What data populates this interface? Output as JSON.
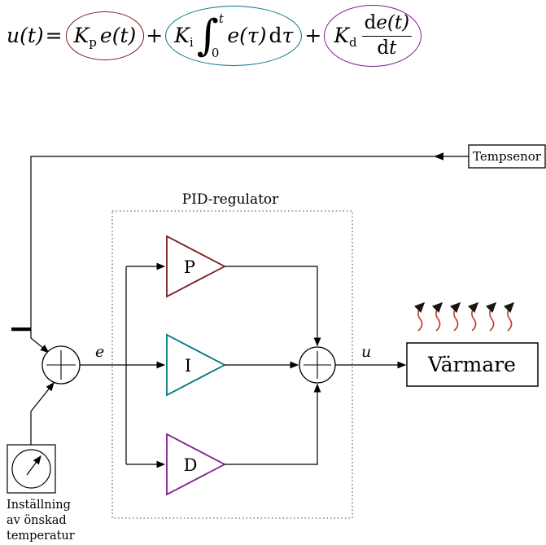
{
  "formula": {
    "lhs": "u(t)",
    "eq": "=",
    "plus": "+",
    "p": {
      "coef": "K",
      "sub": "p",
      "arg": "e(t)"
    },
    "i": {
      "coef": "K",
      "sub": "i",
      "int": "∫",
      "upper": "t",
      "lower": "0",
      "arg": "e(τ)",
      "diff_d": "d",
      "diff_var": "τ"
    },
    "d": {
      "coef": "K",
      "sub": "d",
      "num_d": "d",
      "num_rest": "e(t)",
      "den_d": "d",
      "den_rest": "t"
    }
  },
  "diagram": {
    "regulator_label": "PID-regulator",
    "p_label": "P",
    "i_label": "I",
    "d_label": "D",
    "e_label": "e",
    "u_label": "u",
    "minus_label": "−",
    "heater_label": "Värmare",
    "sensor_label": "Tempsenor",
    "dial_caption_line1": "Inställning",
    "dial_caption_line2": "av önskad",
    "dial_caption_line3": "temperatur"
  },
  "colors": {
    "proportional": "#7b1b1b",
    "integral": "#00767e",
    "derivative": "#7e1f8f",
    "heat": "#c23b2f",
    "line": "#000000"
  }
}
